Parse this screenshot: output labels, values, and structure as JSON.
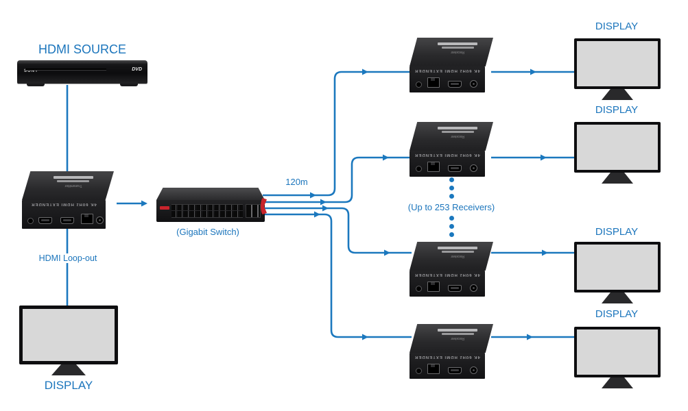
{
  "colors": {
    "wire-blue": "#1b78be",
    "label-blue": "#1b75bc",
    "switch-red": "#c8242c",
    "screen-gray": "#d8d8d8"
  },
  "source": {
    "label": "HDMI SOURCE",
    "brand": "SONY",
    "logo": "DVD"
  },
  "transmitter": {
    "face_label": "4K 60Hz HDMI EXTENDER",
    "sticker_label": "Transmitter"
  },
  "network": {
    "switch_label": "(Gigabit Switch)",
    "distance_label": "120m",
    "loopout_label": "HDMI Loop-out",
    "expansion_note": "(Up to 253 Receivers)"
  },
  "receivers": [
    {
      "face_label": "4K 60Hz HDMI EXTENDER",
      "sticker_label": "Receiver"
    },
    {
      "face_label": "4K 60Hz HDMI EXTENDER",
      "sticker_label": "Receiver"
    },
    {
      "face_label": "4K 60Hz HDMI EXTENDER",
      "sticker_label": "Receiver"
    },
    {
      "face_label": "4K 60Hz HDMI EXTENDER",
      "sticker_label": "Receiver"
    }
  ],
  "displays": {
    "source_loopout": {
      "label": "DISPLAY"
    },
    "outputs": [
      {
        "label": "DISPLAY"
      },
      {
        "label": "DISPLAY"
      },
      {
        "label": "DISPLAY"
      },
      {
        "label": "DISPLAY"
      }
    ]
  }
}
